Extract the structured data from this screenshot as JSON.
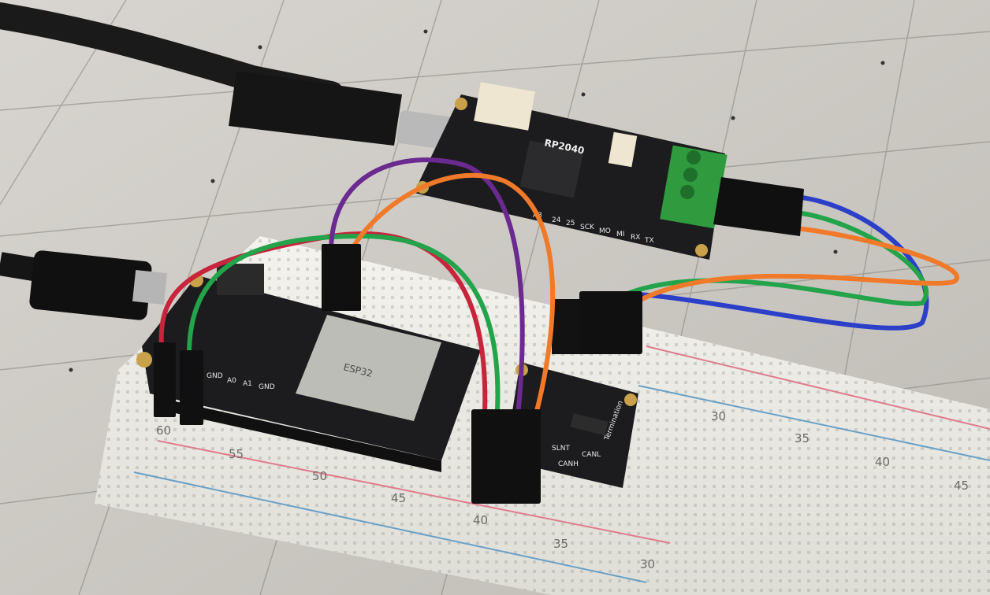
{
  "feather_rp2040": {
    "chip_label": "RP2040",
    "pin_labels": [
      "A3",
      "24",
      "25",
      "SCK",
      "MO",
      "MI",
      "RX",
      "TX"
    ]
  },
  "esp32_feather": {
    "module_label": "ESP32",
    "pin_labels": [
      "GND",
      "A0",
      "A1",
      "GND"
    ]
  },
  "can_transceiver": {
    "pin_labels": [
      "SLNT",
      "CANL",
      "CANH"
    ],
    "jumper_label": "Termination"
  },
  "breadboard": {
    "column_numbers": [
      "60",
      "55",
      "50",
      "45",
      "40",
      "35",
      "30",
      "30",
      "35",
      "40",
      "45"
    ]
  },
  "colors": {
    "wire_red": "#c8243c",
    "wire_green": "#23a34a",
    "wire_purple": "#6b2a8f",
    "wire_orange": "#f07a2a",
    "wire_blue": "#2b3fc8",
    "terminal_block": "#2f9a3e",
    "pcb": "#1c1c1e"
  }
}
